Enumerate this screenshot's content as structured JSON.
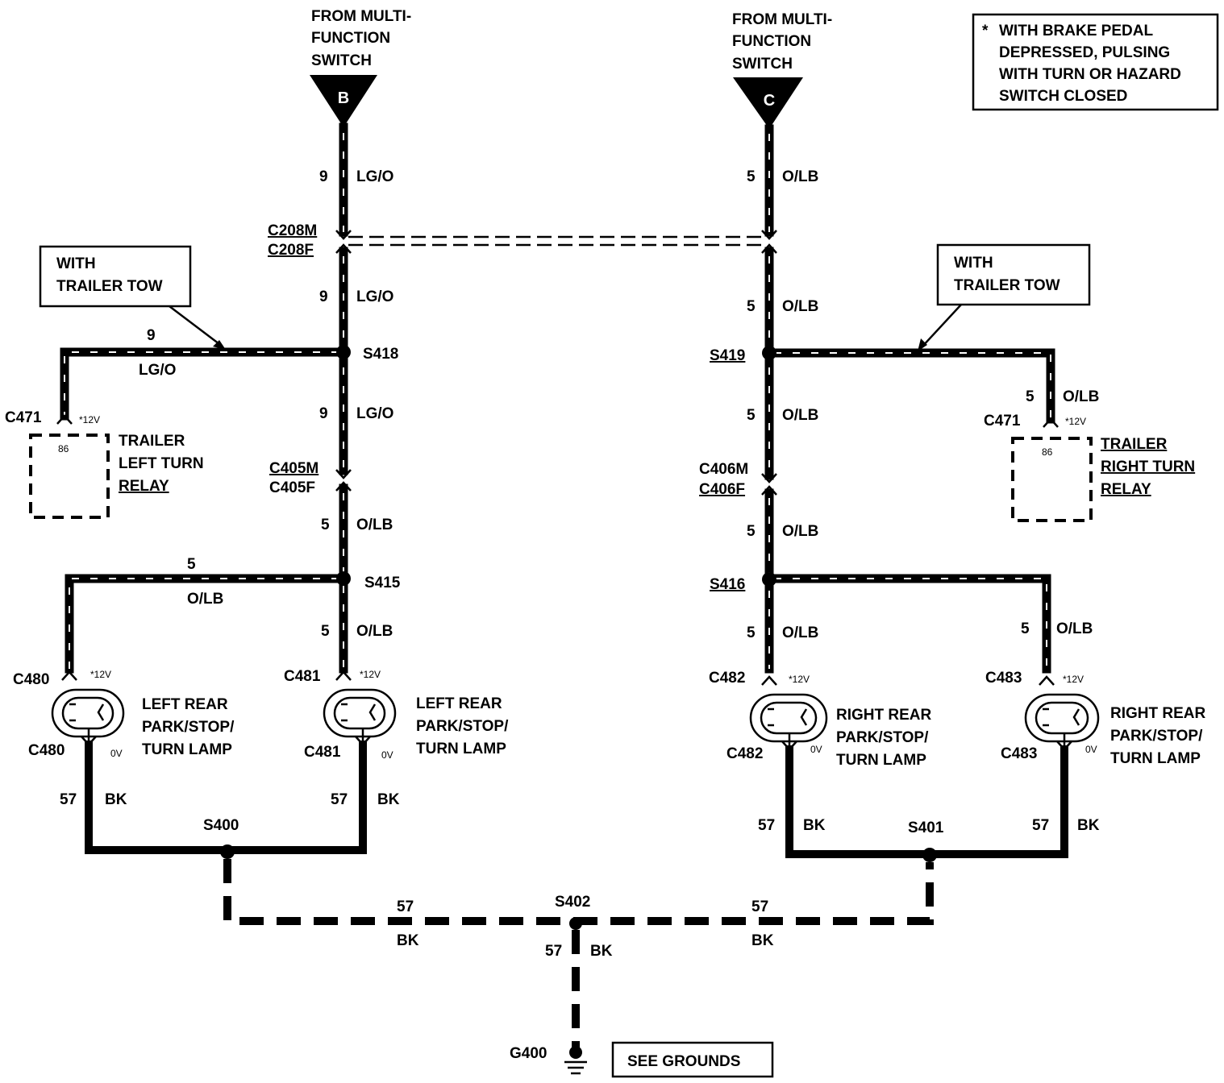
{
  "note": {
    "asterisk": "*",
    "lines": [
      "WITH BRAKE PEDAL",
      "DEPRESSED, PULSING",
      "WITH TURN OR HAZARD",
      "SWITCH CLOSED"
    ]
  },
  "sources": {
    "left": {
      "lines": [
        "FROM MULTI-",
        "FUNCTION",
        "SWITCH"
      ],
      "letter": "B"
    },
    "right": {
      "lines": [
        "FROM MULTI-",
        "FUNCTION",
        "SWITCH"
      ],
      "letter": "C"
    }
  },
  "wires": {
    "l1": {
      "num": "9",
      "color": "LG/O"
    },
    "l2": {
      "num": "9",
      "color": "LG/O"
    },
    "l3": {
      "num": "9",
      "color": "LG/O"
    },
    "l4": {
      "num": "5",
      "color": "O/LB"
    },
    "l5": {
      "num": "5",
      "color": "O/LB"
    },
    "lh1": {
      "num": "9",
      "color": "LG/O"
    },
    "lh2": {
      "num": "5",
      "color": "O/LB"
    },
    "r1": {
      "num": "5",
      "color": "O/LB"
    },
    "r2": {
      "num": "5",
      "color": "O/LB"
    },
    "r3": {
      "num": "5",
      "color": "O/LB"
    },
    "r4": {
      "num": "5",
      "color": "O/LB"
    },
    "r5": {
      "num": "5",
      "color": "O/LB"
    },
    "rb1": {
      "num": "5",
      "color": "O/LB"
    },
    "rb2": {
      "num": "5",
      "color": "O/LB"
    },
    "g1": {
      "num": "57",
      "color": "BK"
    },
    "g2": {
      "num": "57",
      "color": "BK"
    },
    "g3": {
      "num": "57",
      "color": "BK"
    },
    "g4": {
      "num": "57",
      "color": "BK"
    },
    "g5": {
      "num": "57",
      "color": "BK"
    },
    "g6": {
      "num": "57",
      "color": "BK"
    },
    "g7": {
      "num": "57",
      "color": "BK"
    }
  },
  "connectors": {
    "c208m": "C208M",
    "c208f": "C208F",
    "c405m": "C405M",
    "c405f": "C405F",
    "c406m": "C406M",
    "c406f": "C406F",
    "c471_left": "C471",
    "c471_right": "C471",
    "c480_top": "C480",
    "c480_bot": "C480",
    "c481_top": "C481",
    "c481_bot": "C481",
    "c482_top": "C482",
    "c482_bot": "C482",
    "c483_top": "C483",
    "c483_bot": "C483"
  },
  "splices": {
    "s418": "S418",
    "s419": "S419",
    "s415": "S415",
    "s416": "S416",
    "s400": "S400",
    "s401": "S401",
    "s402": "S402"
  },
  "ground": {
    "id": "G400",
    "see": "SEE GROUNDS"
  },
  "callouts": {
    "left": [
      "WITH",
      "TRAILER TOW"
    ],
    "right": [
      "WITH",
      "TRAILER TOW"
    ]
  },
  "relays": {
    "left": {
      "pin": "86",
      "lines": [
        "TRAILER",
        "LEFT TURN",
        "RELAY"
      ]
    },
    "right": {
      "pin": "86",
      "lines": [
        "TRAILER",
        "RIGHT TURN",
        "RELAY"
      ]
    }
  },
  "lamps": {
    "lamp1": [
      "LEFT REAR",
      "PARK/STOP/",
      "TURN LAMP"
    ],
    "lamp2": [
      "LEFT REAR",
      "PARK/STOP/",
      "TURN LAMP"
    ],
    "lamp3": [
      "RIGHT REAR",
      "PARK/STOP/",
      "TURN LAMP"
    ],
    "lamp4": [
      "RIGHT REAR",
      "PARK/STOP/",
      "TURN LAMP"
    ]
  },
  "voltages": {
    "v12": "*12V",
    "v0": "0V"
  }
}
